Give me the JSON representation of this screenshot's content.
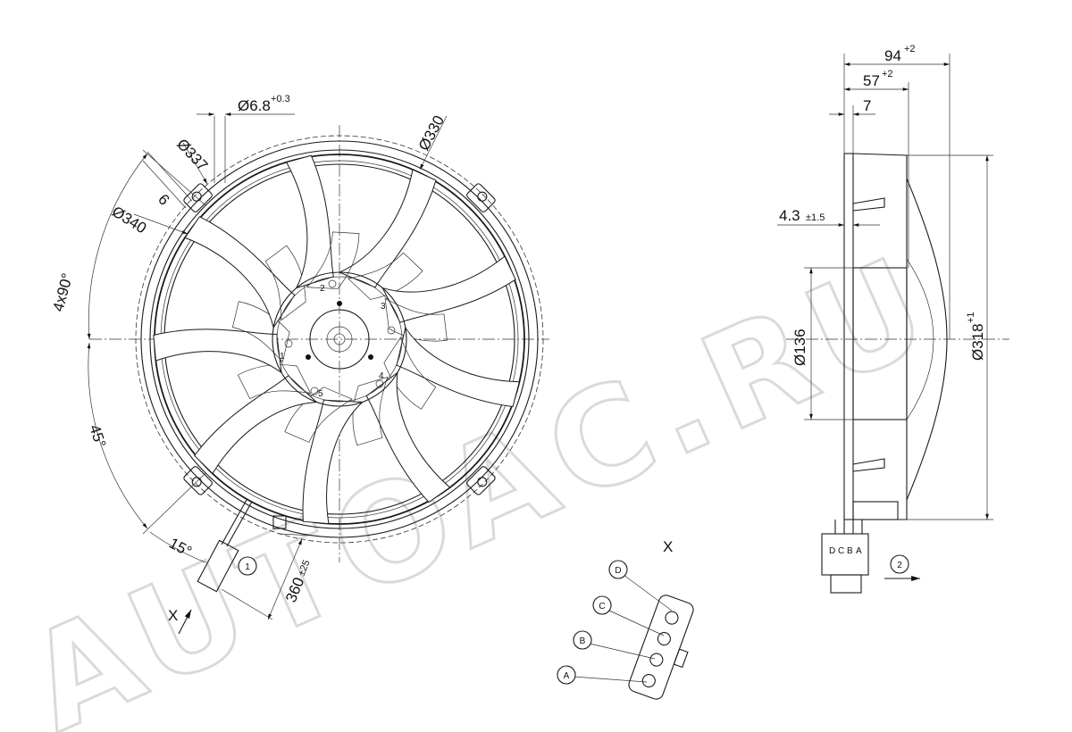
{
  "watermark": "AUTOAC.RU",
  "front_view": {
    "dimensions": {
      "hole_diameter": "Ø6.8",
      "hole_tolerance": "+0.3",
      "inner_diameter": "Ø330",
      "bolt_circle": "Ø337",
      "outer_diameter": "Ø340",
      "flange_width": "6",
      "hole_pattern": "4x90°",
      "angle_main": "45°",
      "angle_cable": "15°",
      "cable_length": "360",
      "cable_tolerance": "±25"
    },
    "callout_1": "1",
    "view_marker": "X",
    "hub_numbers": [
      "1",
      "2",
      "3",
      "4",
      "5"
    ]
  },
  "side_view": {
    "dimensions": {
      "total_depth": "94",
      "total_depth_tol": "+2",
      "motor_depth": "57",
      "motor_depth_tol": "+2",
      "flange_thickness": "7",
      "offset": "4.3",
      "offset_tol": "±1.5",
      "motor_diameter": "Ø136",
      "shroud_diameter": "Ø318",
      "shroud_tol": "+1"
    },
    "callout_2": "2",
    "connector_letters": [
      "D",
      "C",
      "B",
      "A"
    ]
  },
  "connector_view": {
    "title": "X",
    "pins": [
      "D",
      "C",
      "B",
      "A"
    ]
  }
}
